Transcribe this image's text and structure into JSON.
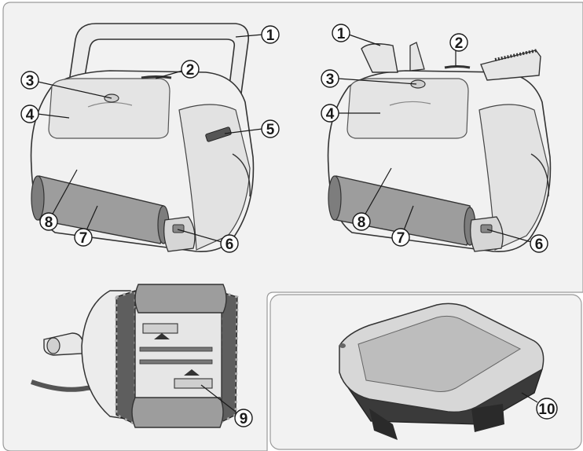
{
  "colors": {
    "background": "#ffffff",
    "panel_bg": "#f2f2f2",
    "panel_border": "#9a9a9a",
    "line": "#1a1a1a",
    "roller_gray": "#9d9d9d"
  },
  "views": {
    "front_left": {
      "callouts": [
        {
          "label": "1"
        },
        {
          "label": "2"
        },
        {
          "label": "3"
        },
        {
          "label": "4"
        },
        {
          "label": "5"
        },
        {
          "label": "6"
        },
        {
          "label": "7"
        },
        {
          "label": "8"
        }
      ]
    },
    "front_right": {
      "callouts": [
        {
          "label": "1"
        },
        {
          "label": "2"
        },
        {
          "label": "3"
        },
        {
          "label": "4"
        },
        {
          "label": "6"
        },
        {
          "label": "7"
        },
        {
          "label": "8"
        }
      ]
    },
    "underside": {
      "callouts": [
        {
          "label": "9"
        }
      ]
    },
    "accessory": {
      "callouts": [
        {
          "label": "10"
        }
      ]
    }
  }
}
